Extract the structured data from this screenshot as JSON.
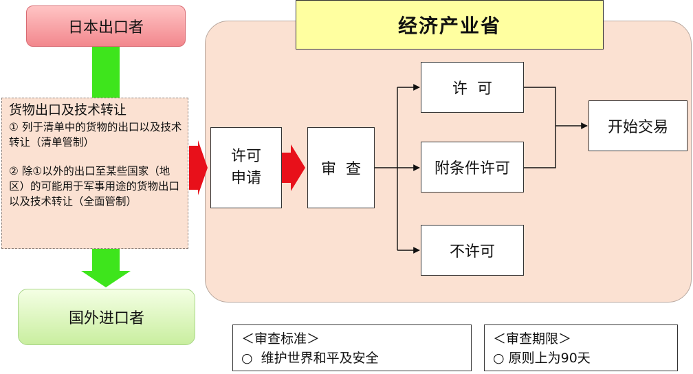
{
  "header": {
    "title": "经济产业省"
  },
  "exporter": {
    "label": "日本出口者"
  },
  "importer": {
    "label": "国外进口者"
  },
  "scope": {
    "title": "货物出口及技术转让",
    "item1": "①  列于清单中的货物的出口以及技术转让（清单管制）",
    "item2": "②  除①以外的出口至某些国家（地区）的可能用于军事用途的货物出口以及技术转让（全面管制）"
  },
  "flow": {
    "application_line1": "许可",
    "application_line2": "申请",
    "review": "审  查",
    "permit": "许  可",
    "conditional_permit": "附条件许可",
    "no_permit": "不许可",
    "start_trade": "开始交易"
  },
  "criteria": {
    "title": "＜审查标准＞",
    "item": "○  维护世界和平及安全"
  },
  "period": {
    "title": "＜审查期限＞",
    "item": "○ 原则上为90天"
  },
  "colors": {
    "green_arrow": "#3ee51c",
    "red_arrow": "#e8101a",
    "region_fill": "#fbe1d2",
    "header_fill": "#ffffa0"
  }
}
